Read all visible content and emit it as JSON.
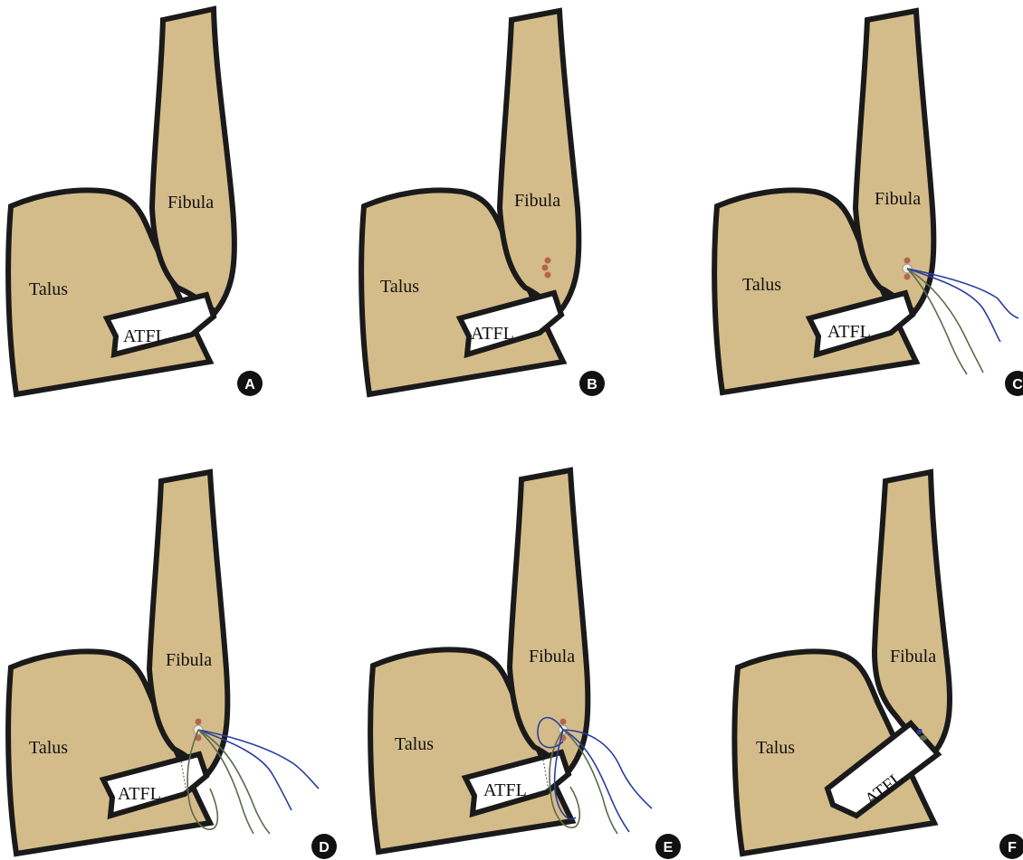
{
  "colors": {
    "bone_fill": "#d4bc8a",
    "outline": "#1a1a1a",
    "ligament_fill": "#ffffff",
    "anchor_dot": "#b5654f",
    "suture_blue": "#2a3fa0",
    "suture_olive": "#5d6a4a",
    "badge_fill": "#111111"
  },
  "panels": [
    {
      "id": "A",
      "letter": "A",
      "talus": "Talus",
      "fibula": "Fibula",
      "ligament": "ATFL",
      "stage": "intact"
    },
    {
      "id": "B",
      "letter": "B",
      "talus": "Talus",
      "fibula": "Fibula",
      "ligament": "ATFL",
      "stage": "anchor-points"
    },
    {
      "id": "C",
      "letter": "C",
      "talus": "Talus",
      "fibula": "Fibula",
      "ligament": "ATFL",
      "stage": "anchor-sutures"
    },
    {
      "id": "D",
      "letter": "D",
      "talus": "Talus",
      "fibula": "Fibula",
      "ligament": "ATFL",
      "stage": "suture-pass"
    },
    {
      "id": "E",
      "letter": "E",
      "talus": "Talus",
      "fibula": "Fibula",
      "ligament": "ATFL",
      "stage": "suture-loops"
    },
    {
      "id": "F",
      "letter": "F",
      "talus": "Talus",
      "fibula": "Fibula",
      "ligament": "ATFL",
      "stage": "repaired"
    }
  ]
}
